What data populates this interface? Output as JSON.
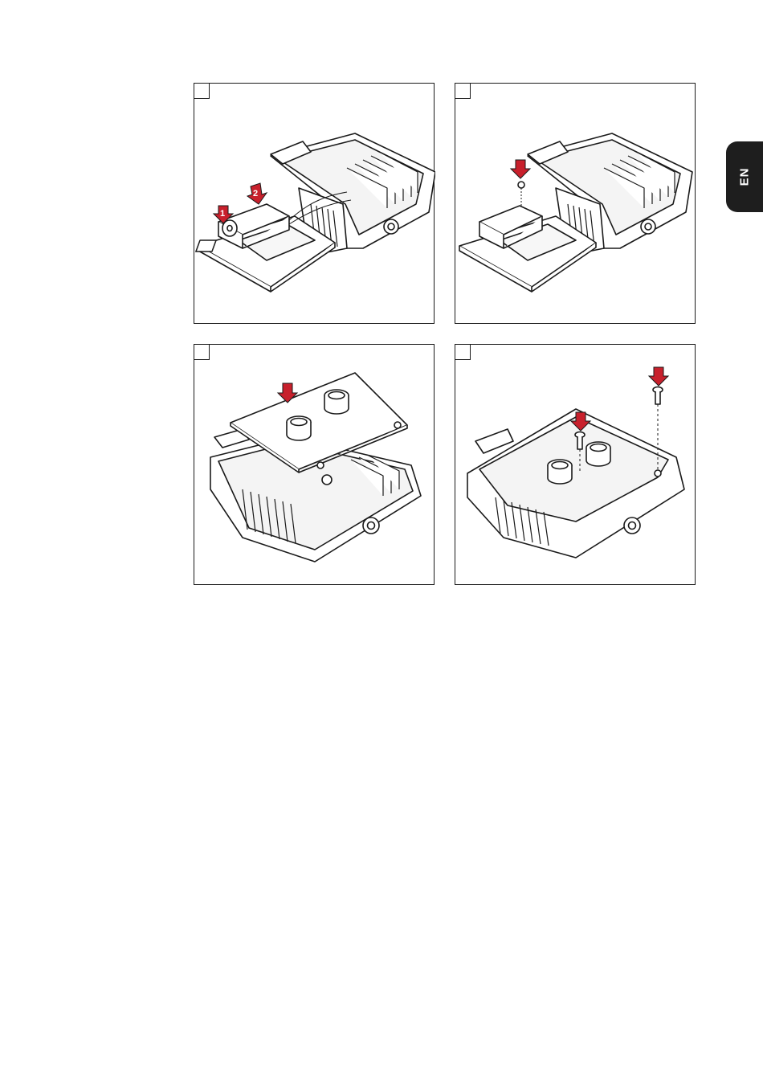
{
  "language_tab": {
    "label": "EN"
  },
  "panels": [
    {
      "step": "",
      "callouts": [
        "1",
        "2"
      ]
    },
    {
      "step": "",
      "callouts": []
    },
    {
      "step": "",
      "callouts": []
    },
    {
      "step": "",
      "callouts": []
    }
  ],
  "colors": {
    "accent": "#c8202c",
    "ink": "#1a1a1a",
    "tab": "#1e1e1e"
  },
  "icons": [
    "push-arrow-icon",
    "screw-icon",
    "knob-icon"
  ]
}
